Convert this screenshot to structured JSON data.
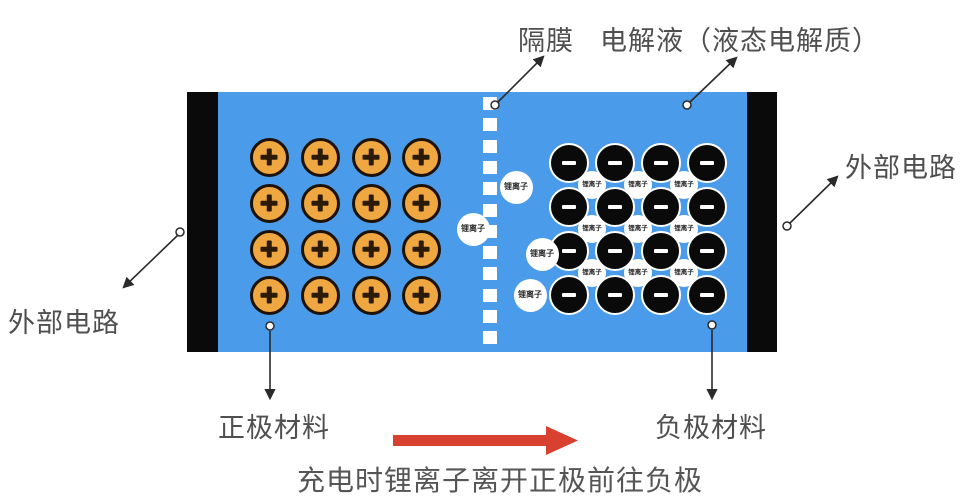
{
  "colors": {
    "electrolyte_blue": "#4a9ceb",
    "electrode_black": "#0a0a0a",
    "cathode_particle_fill": "#efa742",
    "cathode_particle_border": "#1e1207",
    "cathode_sign": "#2b1a06",
    "anode_particle_fill": "#0a0a0a",
    "anode_sign": "#ffffff",
    "ion_fill": "#ffffff",
    "separator_dash": "#ffffff",
    "pointer_line": "#2a2a2a",
    "red_arrow": "#d8402f",
    "label_gray": "#4f4f4f"
  },
  "labels": {
    "separator": "隔膜",
    "electrolyte": "电解液（液态电解质）",
    "external_circuit_left": "外部电路",
    "external_circuit_right": "外部电路",
    "cathode_material": "正极材料",
    "anode_material": "负极材料",
    "caption": "充电时锂离子离开正极前往负极"
  },
  "diagram": {
    "cathode_grid": {
      "symbol": "+",
      "rows": 4,
      "cols": 4,
      "count": 16
    },
    "anode_grid": {
      "symbol": "-",
      "rows": 4,
      "cols": 4,
      "count": 16
    },
    "ion_label": "锂离子",
    "interstitial_ion_count": 9,
    "migrating_ion_count": 4,
    "separator_dash_count": 12,
    "charge_direction": "left-to-right"
  }
}
